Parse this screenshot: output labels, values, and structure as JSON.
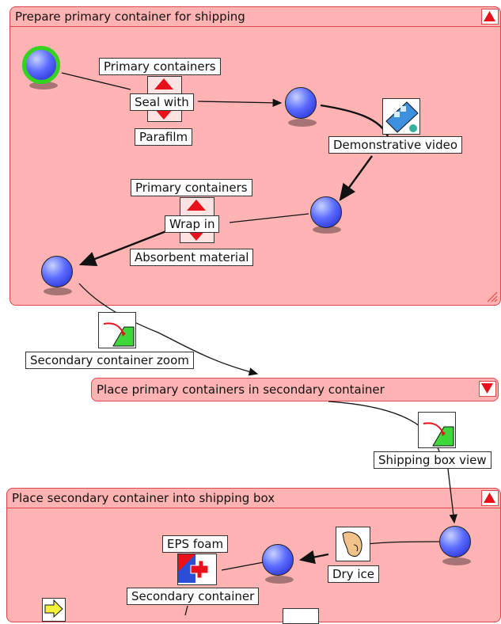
{
  "groups": {
    "prepare": {
      "title": "Prepare primary container for shipping"
    },
    "place_primary": {
      "title": "Place primary containers in secondary container"
    },
    "place_secondary": {
      "title": "Place secondary container into shipping box"
    }
  },
  "labels": {
    "primary_containers_1": "Primary containers",
    "seal_with": "Seal with",
    "parafilm": "Parafilm",
    "demonstrative_video": "Demonstrative video",
    "primary_containers_2": "Primary containers",
    "wrap_in": "Wrap in",
    "absorbent_material": "Absorbent material",
    "secondary_container_zoom": "Secondary container zoom",
    "shipping_box_view": "Shipping box view",
    "eps_foam": "EPS foam",
    "dry_ice": "Dry ice",
    "secondary_container": "Secondary container"
  },
  "colors": {
    "group_fill": "#ffb3b3",
    "group_border": "#e0474c",
    "node_blue": "#4a5cff",
    "start_ring": "#35d21f",
    "toggle_red": "#e8101a"
  },
  "icons": {
    "video": "film-strip-icon",
    "zoom": "zoom-view-icon",
    "dry_ice": "hand-icon",
    "eps_foam": "puzzle-icon",
    "next": "forward-arrow-icon"
  }
}
